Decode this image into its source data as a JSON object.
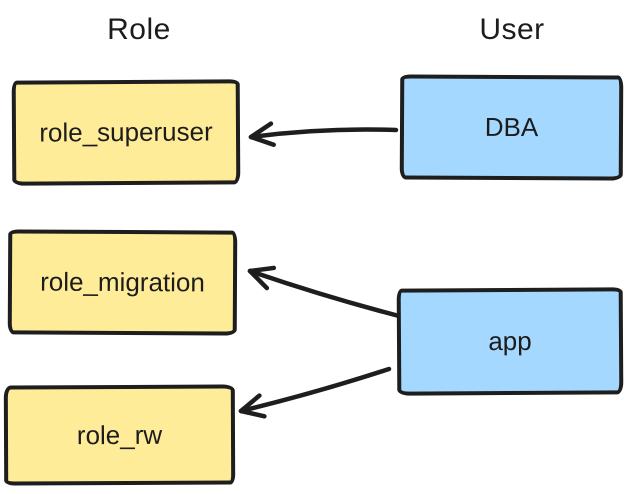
{
  "diagram": {
    "headings": [
      {
        "id": "role",
        "label": "Role"
      },
      {
        "id": "user",
        "label": "User"
      }
    ],
    "nodes": [
      {
        "id": "role_superuser",
        "label": "role_superuser",
        "type": "role"
      },
      {
        "id": "role_migration",
        "label": "role_migration",
        "type": "role"
      },
      {
        "id": "role_rw",
        "label": "role_rw",
        "type": "role"
      },
      {
        "id": "dba",
        "label": "DBA",
        "type": "user"
      },
      {
        "id": "app",
        "label": "app",
        "type": "user"
      }
    ],
    "edges": [
      {
        "from": "dba",
        "to": "role_superuser"
      },
      {
        "from": "app",
        "to": "role_migration"
      },
      {
        "from": "app",
        "to": "role_rw"
      }
    ],
    "colors": {
      "role_fill": "#ffec99",
      "user_fill": "#a5d8ff",
      "stroke": "#1e1e1e",
      "background": "#ffffff"
    }
  }
}
